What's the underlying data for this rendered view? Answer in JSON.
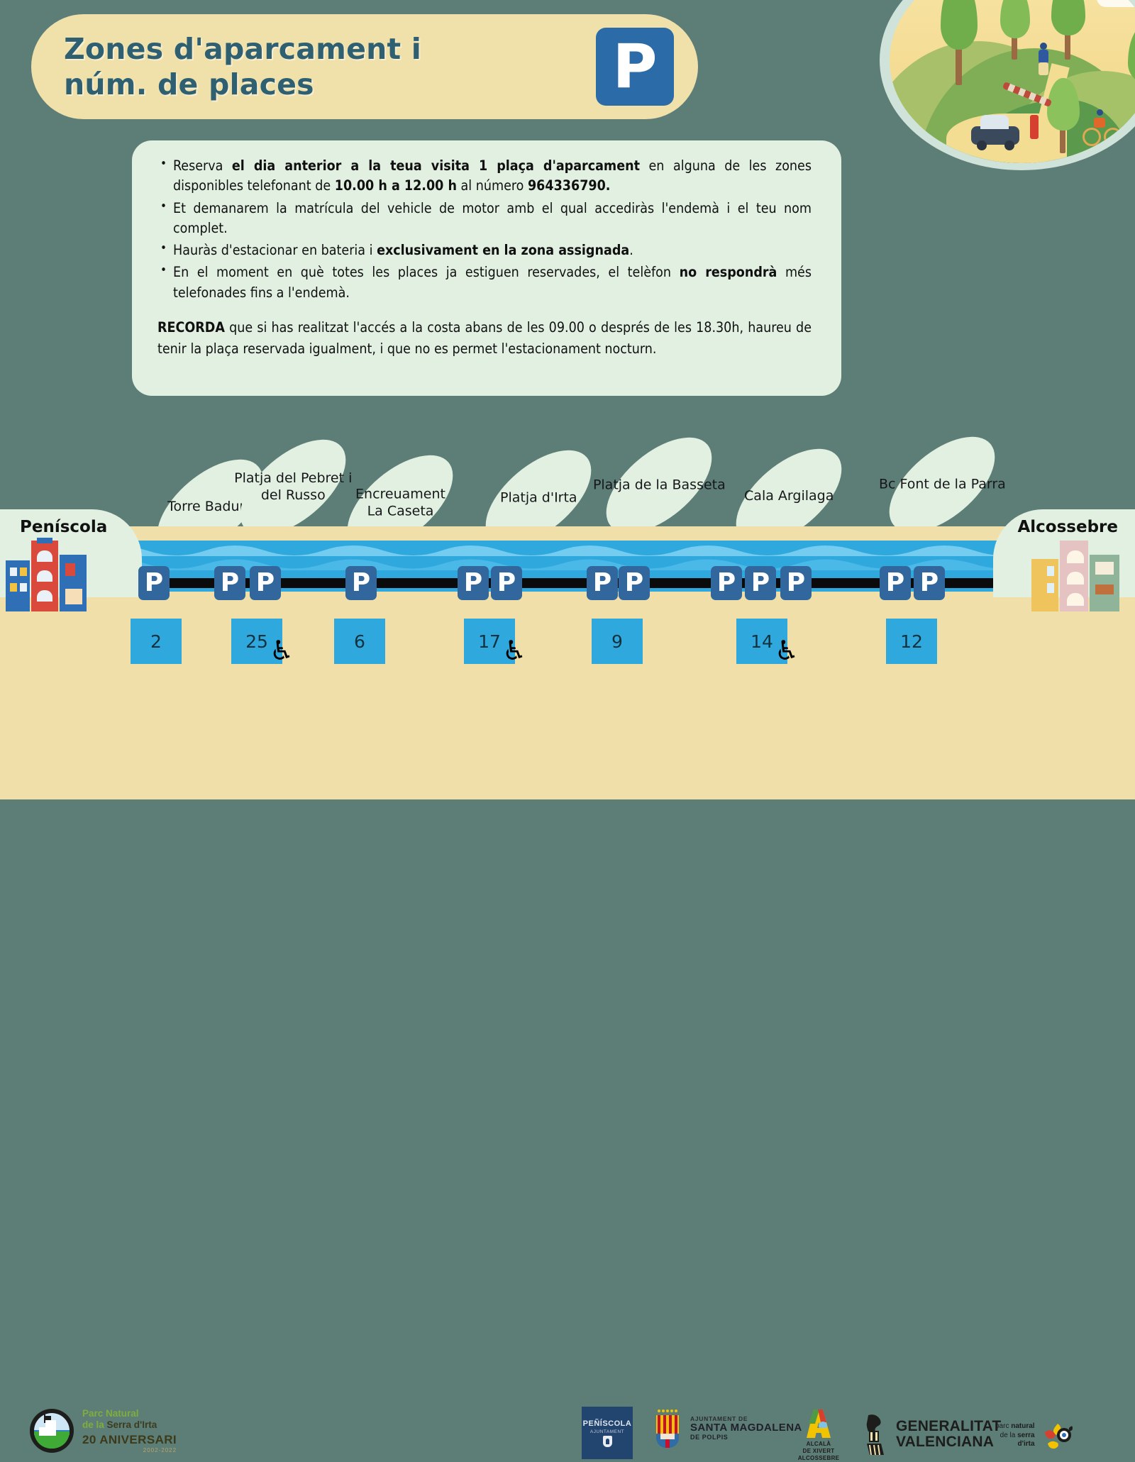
{
  "header": {
    "title_line1": "Zones d'aparcament i",
    "title_line2": "núm. de places",
    "parking_symbol": "P"
  },
  "info": {
    "bullets": [
      {
        "parts": [
          {
            "t": "Reserva ",
            "b": false
          },
          {
            "t": "el dia anterior a la teua visita 1 plaça d'aparcament",
            "b": true
          },
          {
            "t": " en alguna de les zones disponibles telefonant de ",
            "b": false
          },
          {
            "t": "10.00 h a 12.00 h",
            "b": true
          },
          {
            "t": " al número ",
            "b": false
          },
          {
            "t": "964336790.",
            "b": true
          }
        ]
      },
      {
        "parts": [
          {
            "t": "Et demanarem la matrícula del vehicle de motor amb el qual accediràs l'endemà i el teu nom complet.",
            "b": false
          }
        ]
      },
      {
        "parts": [
          {
            "t": "Hauràs d'estacionar en bateria i ",
            "b": false
          },
          {
            "t": "exclusivament en la zona assignada",
            "b": true
          },
          {
            "t": ".",
            "b": false
          }
        ]
      },
      {
        "parts": [
          {
            "t": "En el moment en què totes les places ja estiguen reservades, el telèfon ",
            "b": false
          },
          {
            "t": "no respondrà",
            "b": true
          },
          {
            "t": " més telefonades fins a l'endemà.",
            "b": false
          }
        ]
      }
    ],
    "recorda": "RECORDA que si has realitzat l'accés a la costa abans de les 09.00 o després de les 18.30h, haureu de tenir la plaça reservada igualment, i que no es permet l'estacionament nocturn."
  },
  "map": {
    "start_city": "Peníscola",
    "end_city": "Alcossebre",
    "zones": [
      {
        "label_line1": "Torre Badum",
        "label_line2": "",
        "places": "2",
        "accessible": false
      },
      {
        "label_line1": "Platja del Pebret i",
        "label_line2": "del Russo",
        "places": "25",
        "accessible": true
      },
      {
        "label_line1": "Encreuament",
        "label_line2": "La Caseta",
        "places": "6",
        "accessible": false
      },
      {
        "label_line1": "Platja d'Irta",
        "label_line2": "",
        "places": "17",
        "accessible": true
      },
      {
        "label_line1": "Platja de la Basseta",
        "label_line2": "",
        "places": "9",
        "accessible": false
      },
      {
        "label_line1": "Cala Argilaga",
        "label_line2": "",
        "places": "14",
        "accessible": true
      },
      {
        "label_line1": "Bc Font de la Parra",
        "label_line2": "",
        "places": "12",
        "accessible": false
      }
    ],
    "marker_symbol": "P"
  },
  "footer": {
    "parc_natural": {
      "line1_a": "Parc Natural",
      "line1_b": "de la ",
      "line1_c": "Serra d'Irta",
      "anniversary": "20 ANIVERSARI",
      "years": "2002-2022"
    },
    "peniscola": {
      "name": "PEÑÍSCOLA",
      "sub": "AJUNTAMENT"
    },
    "santa_magdalena": {
      "line1": "AJUNTAMENT DE",
      "line2": "SANTA MAGDALENA",
      "line3": "DE POLPIS"
    },
    "alcala": {
      "line1": "ALCALÀ",
      "line2": "DE XIVERT",
      "line3": "ALCOSSEBRE"
    },
    "generalitat": {
      "line1": "GENERALITAT",
      "line2": "VALENCIANA"
    },
    "pn_serra_irta": {
      "line1_a": "parc ",
      "line1_b": "natural",
      "line2_a": "de la ",
      "line2_b": "serra",
      "line3": "d'irta"
    }
  },
  "colors": {
    "background": "#5d7d77",
    "sand": "#f0dfa9",
    "sea": "#2fa8dd",
    "card": "#e2f0e2",
    "title_pill": "#f0e1ab",
    "title_text": "#2e6072",
    "marker": "#31679c"
  }
}
